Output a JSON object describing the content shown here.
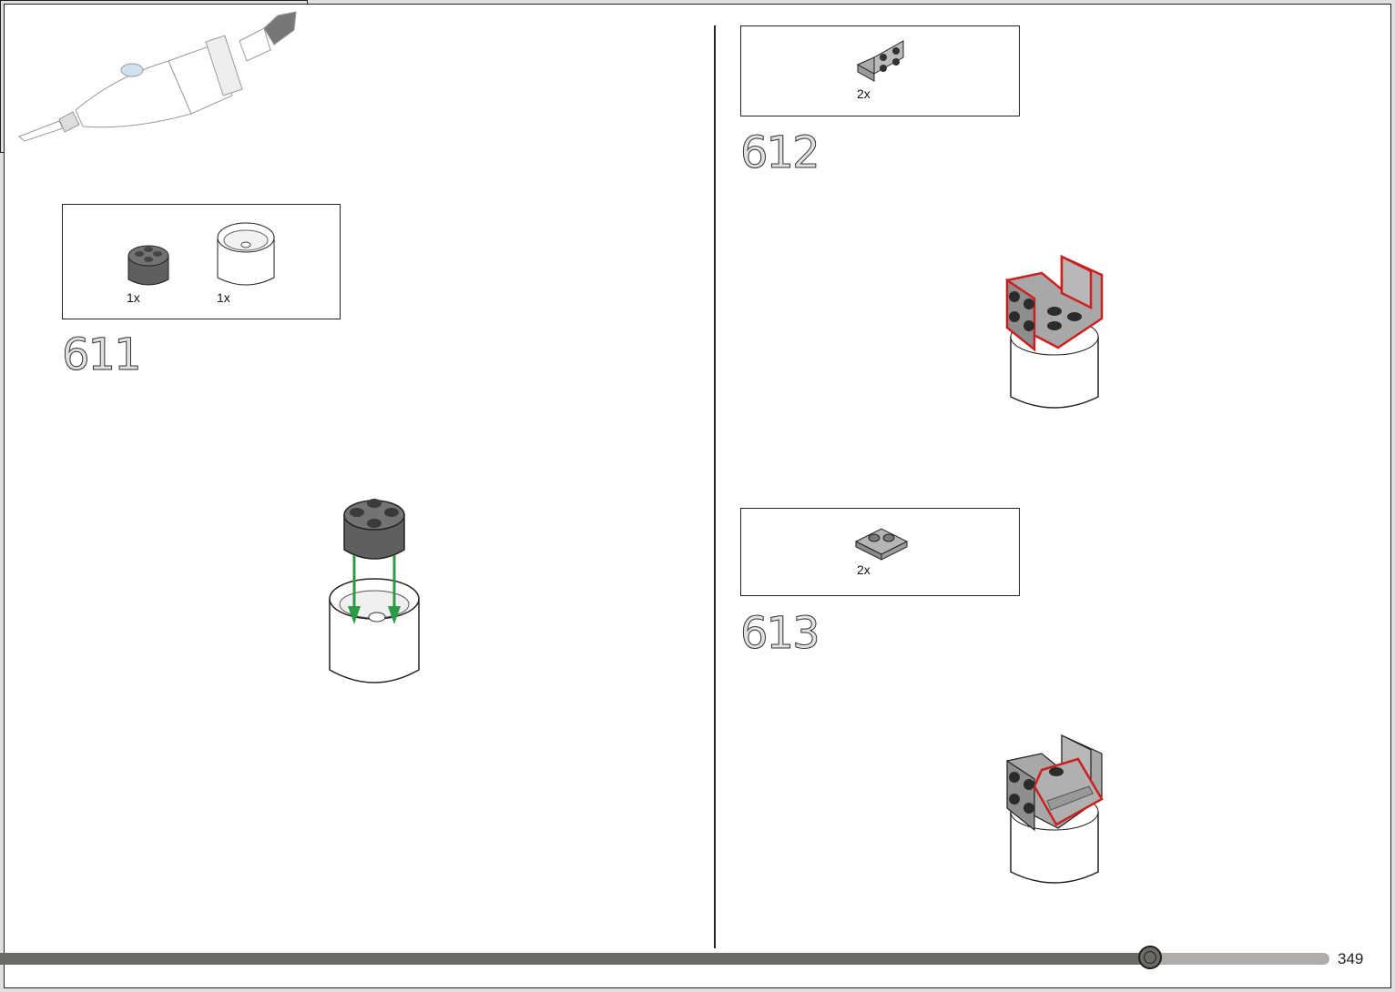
{
  "steps": [
    {
      "number": "611",
      "parts": [
        {
          "name": "dark grey round brick 2x2",
          "qty": "1x"
        },
        {
          "name": "white round brick 2x2",
          "qty": "1x"
        }
      ]
    },
    {
      "number": "612",
      "parts": [
        {
          "name": "light grey bracket",
          "qty": "2x"
        }
      ]
    },
    {
      "number": "613",
      "parts": [
        {
          "name": "light grey jumper plate",
          "qty": "2x"
        }
      ]
    }
  ],
  "footer": {
    "page_number": "349",
    "progress_percent": 86.5
  },
  "colors": {
    "background": "#e0e0e0",
    "callout_highlight": "#cc1f1f",
    "arrow": "#2e9a47",
    "dark_grey": "#5f5f5f",
    "light_grey": "#a8a8a8"
  }
}
